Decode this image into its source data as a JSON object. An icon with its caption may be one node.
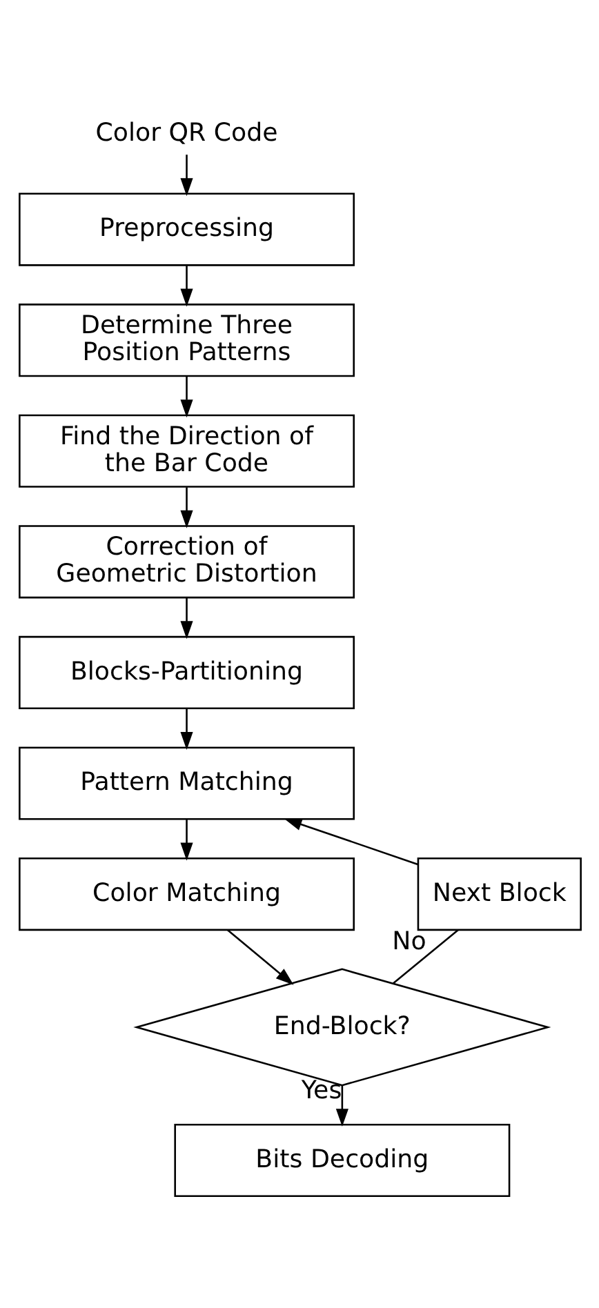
{
  "diagram": {
    "nodes": [
      {
        "text": [
          "Color QR Code"
        ]
      },
      {
        "text": [
          "Preprocessing"
        ]
      },
      {
        "text": [
          "Determine Three Position Patterns"
        ]
      },
      {
        "text": [
          "Find the Direction of the Bar Code"
        ]
      },
      {
        "text": [
          "Correction of Geometric Distortion"
        ]
      },
      {
        "text": [
          "Blocks-Partitioning"
        ]
      },
      {
        "text": [
          "Pattern Matching"
        ]
      },
      {
        "text": [
          "Color Matching"
        ]
      },
      {
        "text": [
          "End-Block?"
        ]
      },
      {
        "text": [
          "Next Block"
        ]
      },
      {
        "text": [
          "Bits Decoding"
        ]
      }
    ],
    "edges": [
      {
        "from": 0,
        "to": 1,
        "arrow": "to"
      },
      {
        "from": 1,
        "to": 2,
        "arrow": "to"
      },
      {
        "from": 2,
        "to": 3,
        "arrow": "to"
      },
      {
        "from": 3,
        "to": 4,
        "arrow": "to"
      },
      {
        "from": 4,
        "to": 5,
        "arrow": "to"
      },
      {
        "from": 5,
        "to": 6,
        "arrow": "to"
      },
      {
        "from": 6,
        "to": 7,
        "arrow": "to"
      },
      {
        "from": 7,
        "to": 8,
        "arrow": "to"
      },
      {
        "from": 8,
        "to": 9,
        "label": "No",
        "arrow": "none"
      },
      {
        "from": 9,
        "to": 6,
        "arrow": "to"
      },
      {
        "from": 8,
        "to": 10,
        "label": "Yes",
        "arrow": "to"
      }
    ]
  }
}
